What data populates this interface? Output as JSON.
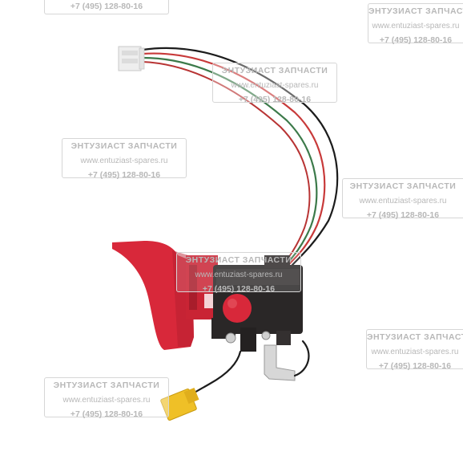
{
  "watermark": {
    "brand": "ЭНТУЗИАСТ ЗАПЧАСТИ",
    "site": "www.entuziast-spares.ru",
    "phone": "+7 (495) 128-80-16"
  },
  "colors": {
    "trigger_red": "#d8283a",
    "switch_body": "#2a2727",
    "connector_white": "#eeeeee",
    "connector_yellow": "#efc027",
    "wire_red": "#c83a3a",
    "wire_green": "#3c7a4a",
    "wire_black": "#1c1c1c",
    "watermark_text": "#b8b8b8"
  }
}
